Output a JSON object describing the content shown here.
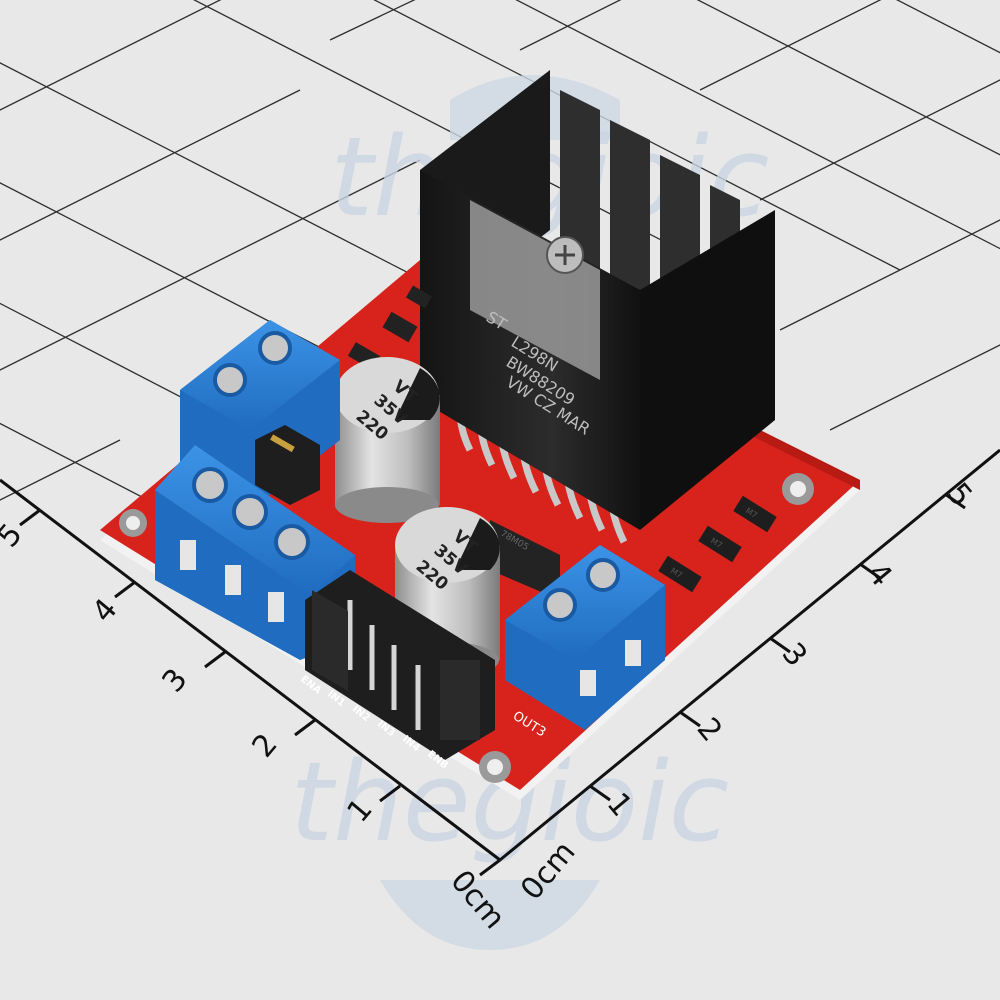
{
  "scene": {
    "subject": "L298N dual H-bridge motor driver module",
    "background_color": "#e8e8e8",
    "grid_color": "#1a1a1a",
    "pcb_color": "#d8231c",
    "terminal_color": "#2a7fd4",
    "heatsink_color": "#1e1e1e"
  },
  "watermark": {
    "top_text": "thegioic",
    "bottom_text": "thegioic",
    "color": "#c9d5e3"
  },
  "ruler": {
    "left_axis": [
      "0cm",
      "1",
      "2",
      "3",
      "4",
      "5"
    ],
    "right_axis": [
      "0cm",
      "1",
      "2",
      "3",
      "4",
      "5"
    ]
  },
  "chip": {
    "brand": "ST",
    "part": "L298N",
    "line2": "BW88209",
    "line3": "VW CZ MAR"
  },
  "capacitors": [
    {
      "value": "220",
      "voltage": "35V",
      "series": "VT"
    },
    {
      "value": "220",
      "voltage": "35V",
      "series": "VT"
    }
  ],
  "regulator": {
    "part": "78M05"
  },
  "header_labels": [
    "ENA",
    "IN1",
    "IN2",
    "IN3",
    "IN4",
    "ENB"
  ],
  "terminal_labels": {
    "right": "OUT3"
  },
  "diode_marks": [
    "M7",
    "M7",
    "M7"
  ]
}
